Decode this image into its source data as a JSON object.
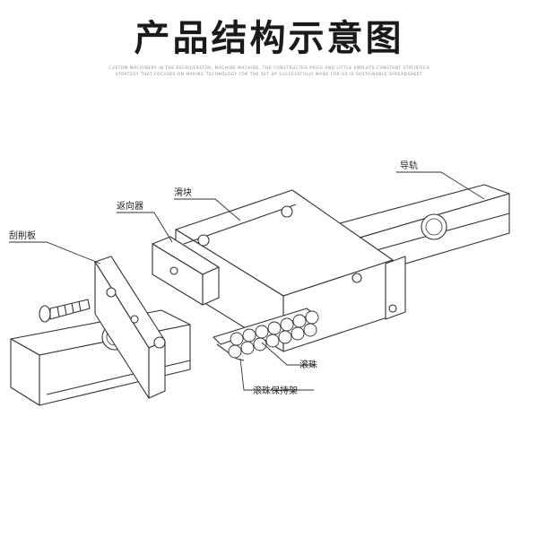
{
  "title": "产品结构示意图",
  "subtitle_lines": [
    "CUSTOM MACHINERY IN THE REFRIGERATOR, MACHINE MACHINE, THE CONSTRUCTED PRICE AND LITTLE EMPLOYS CONSTANT STATISTICS",
    "STRATEGY THAT FOCUSES ON MAKING TECHNOLOGY FOR THE SET UP SUCCESSFULLY MADE FOR US IS SUSTAINABLE SPREADSHEET"
  ],
  "labels": {
    "rail": "导轨",
    "slider": "滑块",
    "reverser": "返向器",
    "scraper": "刮削板",
    "ball": "滚珠",
    "retainer": "滚珠保持架"
  }
}
